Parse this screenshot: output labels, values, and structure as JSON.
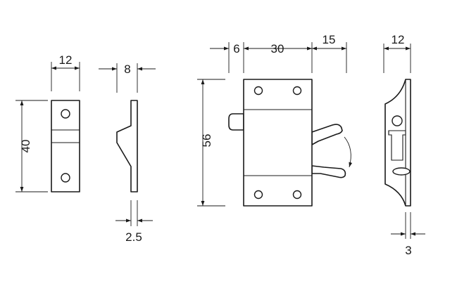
{
  "dimensions": {
    "strike_width": "12",
    "strike_height": "40",
    "strike_side_depth": "8",
    "strike_plate_thickness": "2.5",
    "latch_offset": "6",
    "latch_width": "30",
    "lever_travel": "15",
    "latch_height": "56",
    "latch_side_depth": "12",
    "latch_side_thickness": "3"
  }
}
